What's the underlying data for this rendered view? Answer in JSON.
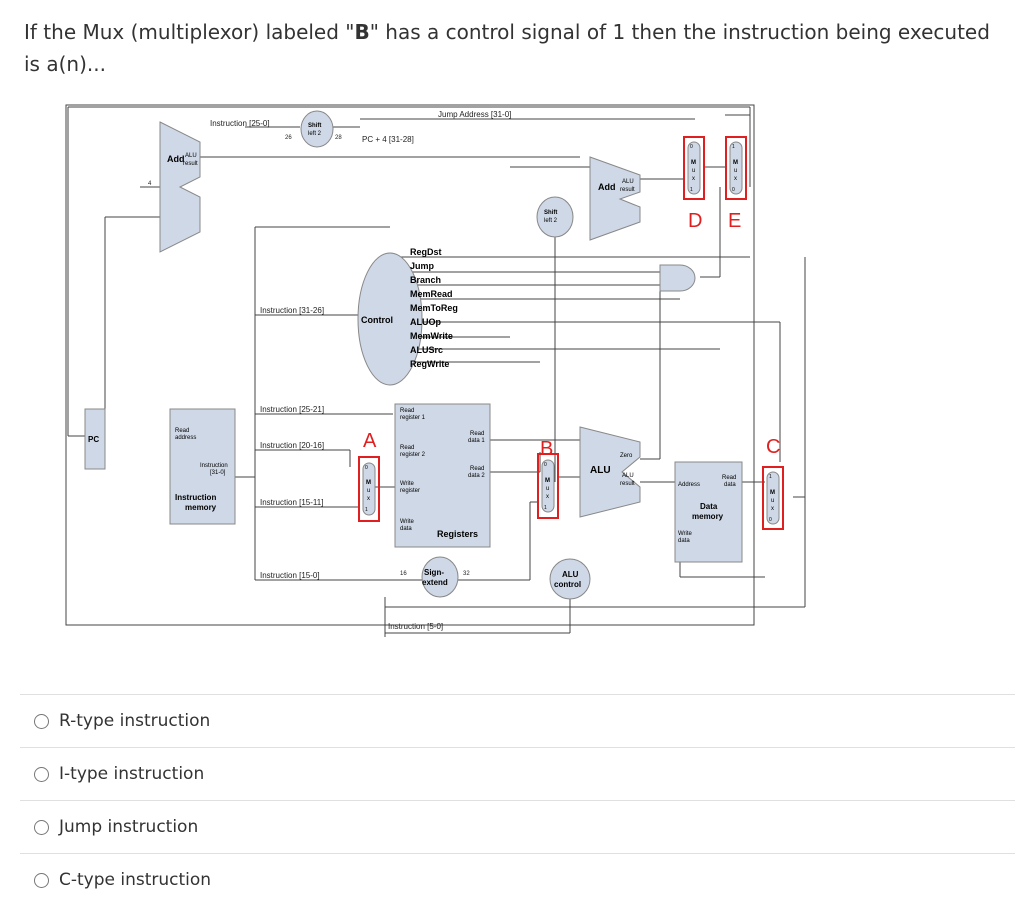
{
  "question": {
    "prefix": "If the Mux (multiplexor) labeled \"",
    "bold": "B",
    "suffix": "\" has a control signal of 1 then the instruction being executed is a(n)..."
  },
  "diagram": {
    "labels": {
      "instr_25_0": "Instruction [25-0]",
      "shift_left_2_a1": "Shift",
      "shift_left_2_a2": "left 2",
      "jump_address": "Jump Address [31-0]",
      "pc_plus_4": "PC + 4 [31-28]",
      "num_26": "26",
      "num_28": "28",
      "num_4": "4",
      "add_1": "Add",
      "alu_result_1a": "ALU",
      "alu_result_1b": "result",
      "add_2": "Add",
      "alu_result_2a": "ALU",
      "alu_result_2b": "result",
      "shift_left_2_b1": "Shift",
      "shift_left_2_b2": "left 2",
      "regdst": "RegDst",
      "jump": "Jump",
      "branch": "Branch",
      "memread": "MemRead",
      "memtoreg": "MemToReg",
      "aluop": "ALUOp",
      "memwrite": "MemWrite",
      "alusrc": "ALUSrc",
      "regwrite": "RegWrite",
      "control": "Control",
      "instr_31_26": "Instruction [31-26]",
      "instr_25_21": "Instruction [25-21]",
      "instr_20_16": "Instruction [20-16]",
      "instr_15_11": "Instruction [15-11]",
      "instr_15_0": "Instruction [15-0]",
      "instr_5_0": "Instruction [5-0]",
      "pc": "PC",
      "read_address_a": "Read",
      "read_address_b": "address",
      "instruction_31_0_a": "Instruction",
      "instruction_31_0_b": "[31-0]",
      "instruction_memory_a": "Instruction",
      "instruction_memory_b": "memory",
      "read_register_1a": "Read",
      "read_register_1b": "register 1",
      "read_register_2a": "Read",
      "read_register_2b": "register 2",
      "write_register_a": "Write",
      "write_register_b": "register",
      "write_data_a": "Write",
      "write_data_b": "data",
      "read_data_1a": "Read",
      "read_data_1b": "data 1",
      "read_data_2a": "Read",
      "read_data_2b": "data 2",
      "registers": "Registers",
      "sign_extend_a": "Sign-",
      "sign_extend_b": "extend",
      "num_16": "16",
      "num_32": "32",
      "alu": "ALU",
      "zero": "Zero",
      "alu_result_3a": "ALU",
      "alu_result_3b": "result",
      "alu_control_a": "ALU",
      "alu_control_b": "control",
      "address": "Address",
      "read_data_a": "Read",
      "read_data_b": "data",
      "data_memory_a": "Data",
      "data_memory_b": "memory",
      "mem_write_data_a": "Write",
      "mem_write_data_b": "data",
      "mux_m": "M",
      "mux_u": "u",
      "mux_x": "x",
      "bit_0": "0",
      "bit_1": "1",
      "letter_a": "A",
      "letter_b": "B",
      "letter_c": "C",
      "letter_d": "D",
      "letter_e": "E"
    },
    "annotation_color": "#e02020"
  },
  "options": [
    {
      "label": "R-type instruction"
    },
    {
      "label": "I-type instruction"
    },
    {
      "label": "Jump instruction"
    },
    {
      "label": "C-type instruction"
    }
  ]
}
